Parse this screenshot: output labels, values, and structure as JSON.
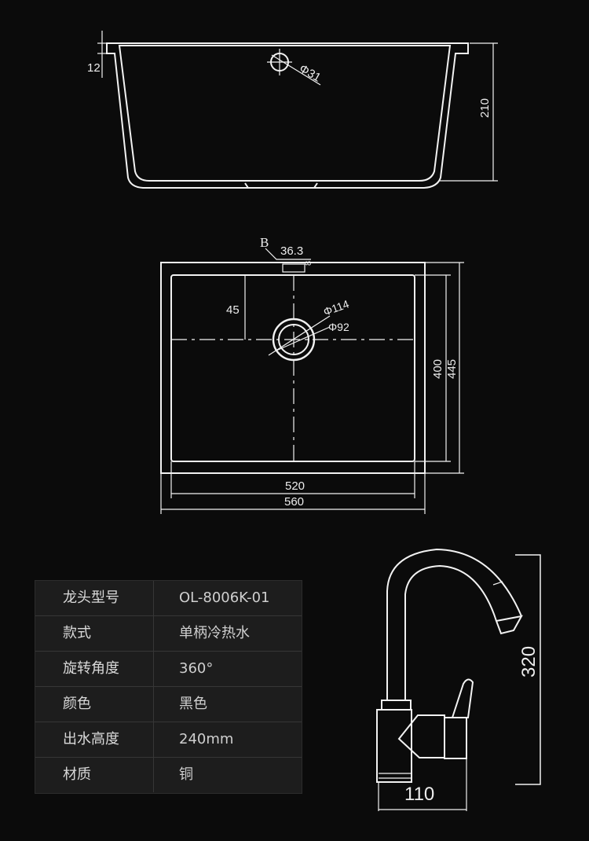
{
  "side_view": {
    "rim_label": "12",
    "height_label": "210",
    "drain_label": "Φ31"
  },
  "top_view": {
    "corner_marker": "B",
    "offset_label": "36.3",
    "small_mark": "8",
    "drain_offset_label": "45",
    "outer_diameter_label": "Φ114",
    "inner_diameter_label": "Φ92",
    "inner_depth_label": "400",
    "outer_depth_label": "445",
    "inner_width_label": "520",
    "outer_width_label": "560"
  },
  "faucet": {
    "height_label": "320",
    "base_label": "110"
  },
  "specs": [
    {
      "label": "龙头型号",
      "value": "OL-8006K-01"
    },
    {
      "label": "款式",
      "value": "单柄冷热水"
    },
    {
      "label": "旋转角度",
      "value": "360°"
    },
    {
      "label": "颜色",
      "value": "黑色"
    },
    {
      "label": "出水高度",
      "value": "240mm"
    },
    {
      "label": "材质",
      "value": "铜"
    }
  ]
}
